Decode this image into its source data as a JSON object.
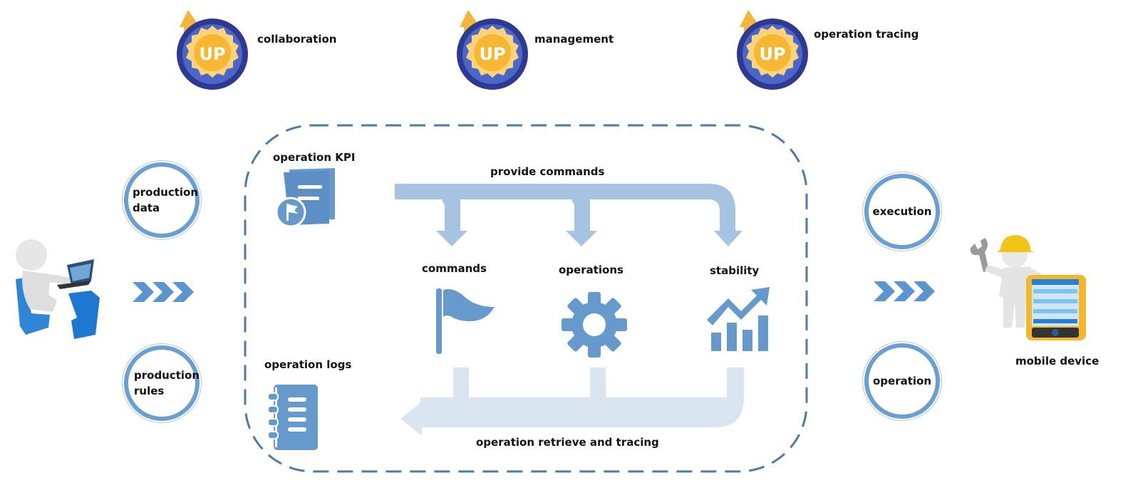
{
  "top_badges": [
    {
      "icon": "up-badge-icon",
      "label": "collaboration"
    },
    {
      "icon": "up-badge-icon",
      "label": "management"
    },
    {
      "icon": "up-badge-icon",
      "label": "operation tracing"
    }
  ],
  "badge_text": "UP",
  "left": {
    "actor": "person-at-laptop-icon",
    "circles": [
      {
        "line1": "production",
        "line2": "data"
      },
      {
        "line1": "production",
        "line2": "rules"
      }
    ],
    "arrow": "chevrons-right-icon"
  },
  "center": {
    "operation_kpi": "operation KPI",
    "operation_logs": "operation logs",
    "provide_commands": "provide commands",
    "retrieve_tracing": "operation retrieve and tracing",
    "nodes": [
      {
        "label": "commands",
        "icon": "flag-icon"
      },
      {
        "label": "operations",
        "icon": "gear-icon"
      },
      {
        "label": "stability",
        "icon": "growth-chart-icon"
      }
    ]
  },
  "right": {
    "circles": [
      {
        "label": "execution"
      },
      {
        "label": "operation"
      }
    ],
    "arrow": "chevrons-right-icon",
    "device_label": "mobile device"
  },
  "colors": {
    "icon_blue": "#6699cc",
    "flow_top": "#a6c4e2",
    "flow_bottom": "#dae5f2",
    "dash_border": "#4f79a6",
    "badge_ring": "#2e3a92",
    "badge_gold": "#f9c74f"
  }
}
